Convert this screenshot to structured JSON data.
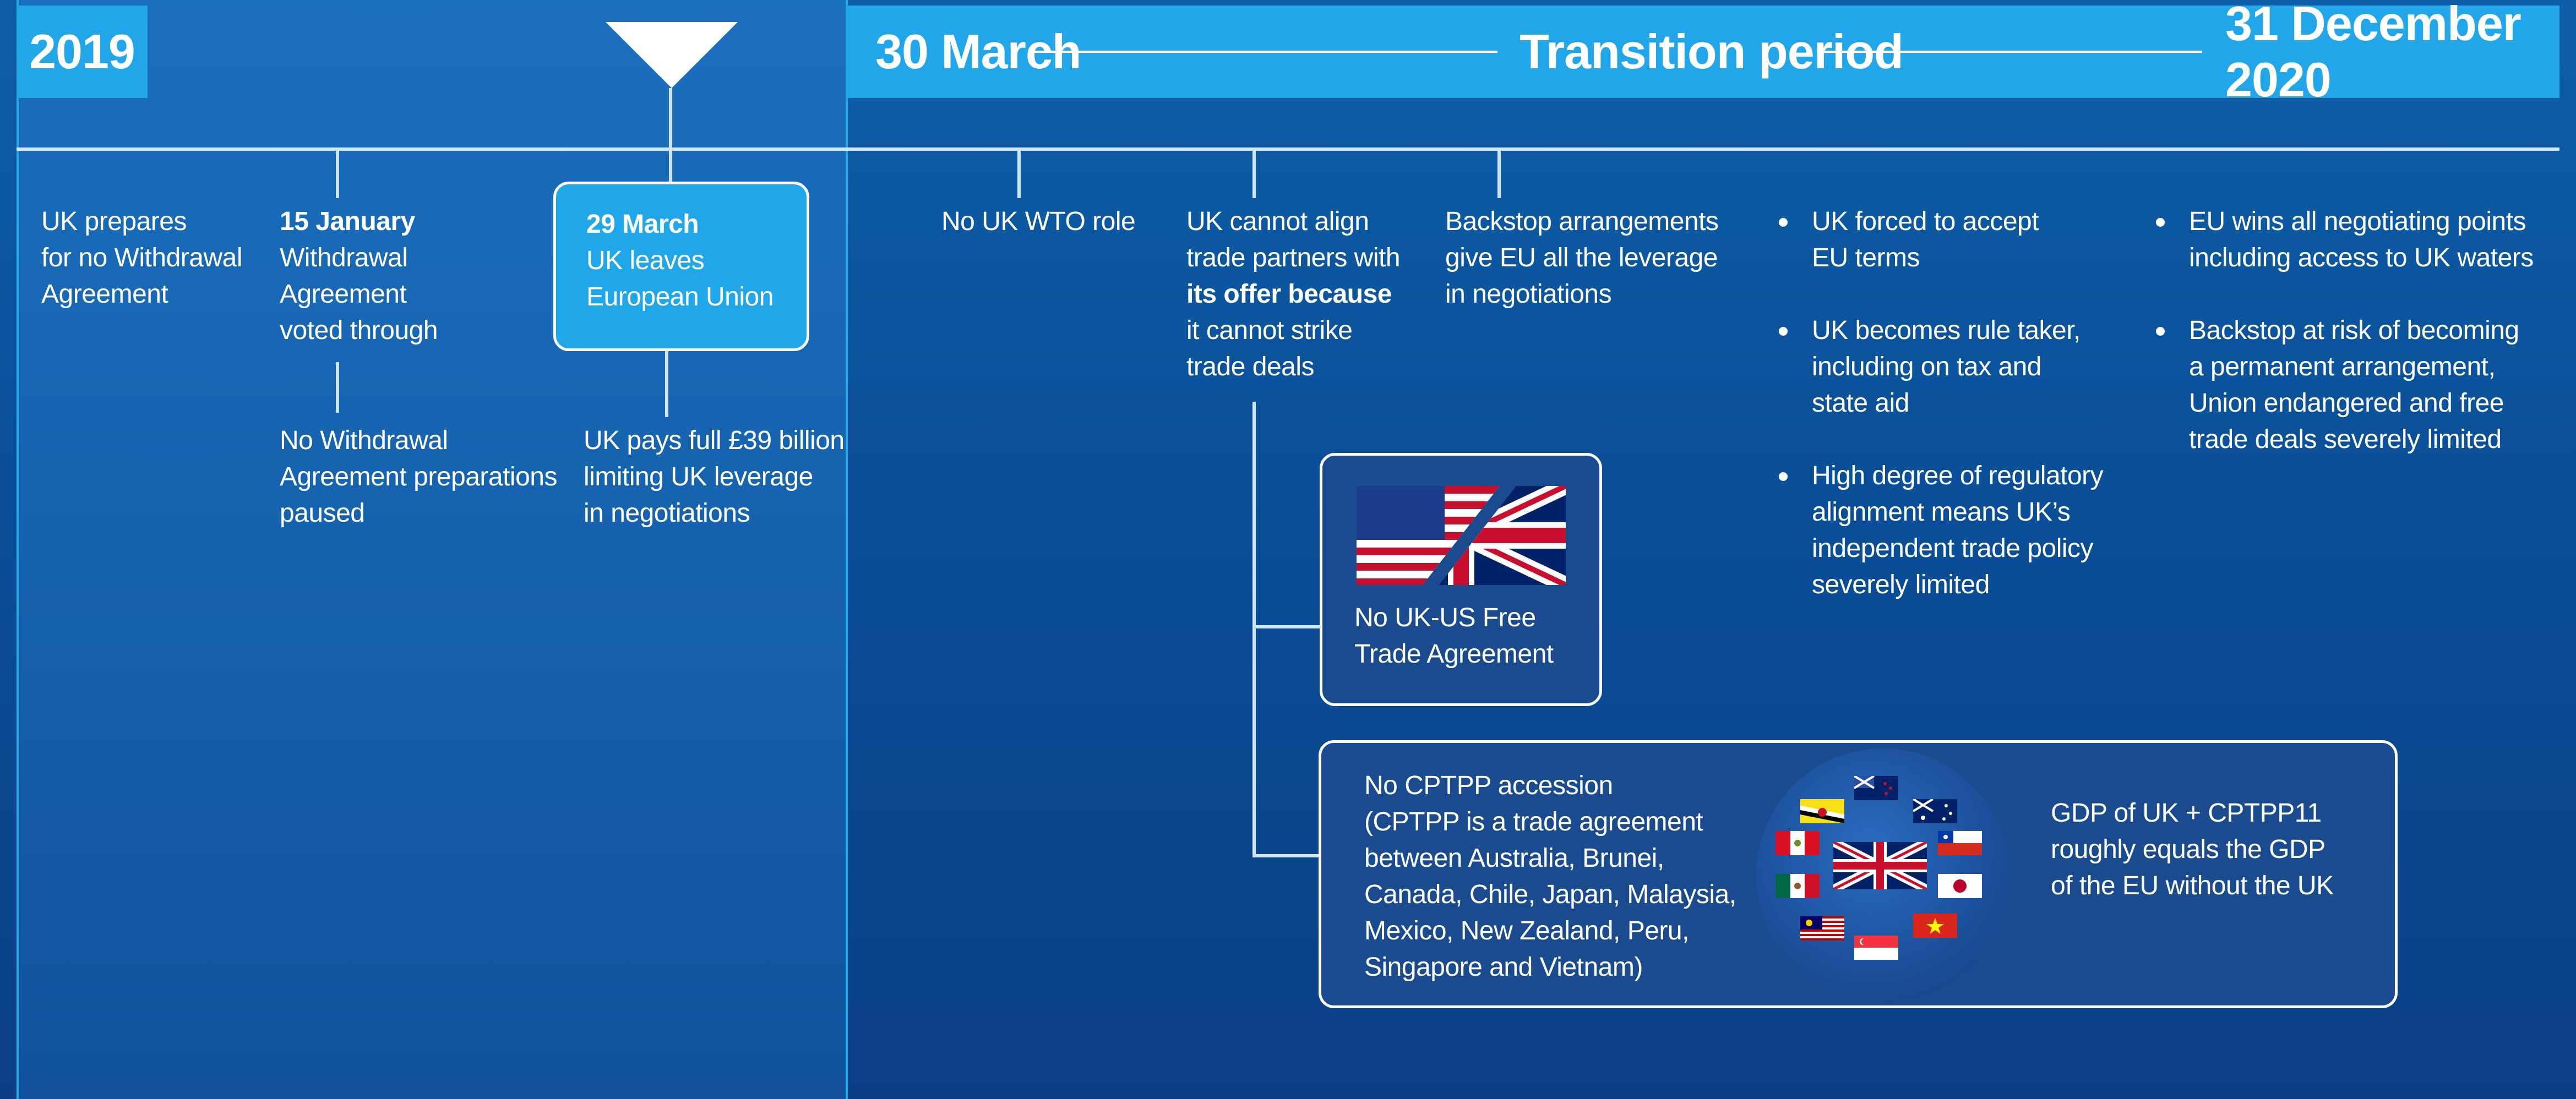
{
  "header": {
    "year": "2019",
    "start": "30 March",
    "period": "Transition period",
    "end": "31  December 2020"
  },
  "left": {
    "col1": [
      "UK prepares",
      "for no Withdrawal",
      "Agreement"
    ],
    "col2_date": "15 January",
    "col2": [
      "Withdrawal",
      "Agreement",
      "voted through"
    ],
    "col2_sub": [
      "No Withdrawal",
      "Agreement preparations",
      "paused"
    ],
    "col3_date": "29 March",
    "col3": [
      "UK leaves",
      "European Union"
    ],
    "col3_sub": [
      "UK pays full £39 billion",
      "limiting UK leverage",
      "in negotiations"
    ]
  },
  "right": {
    "wto": "No UK WTO role",
    "align": [
      "UK cannot align",
      "trade partners with",
      "its offer because",
      "it cannot strike",
      "trade deals"
    ],
    "backstop": [
      "Backstop arrangements",
      "give EU all the leverage",
      "in negotiations"
    ],
    "bullets_a": [
      [
        "UK forced to accept",
        "EU terms"
      ],
      [
        "UK becomes rule taker,",
        "including on tax and",
        "state aid"
      ],
      [
        "High degree of regulatory",
        "alignment means UK’s",
        "independent trade policy",
        "severely limited"
      ]
    ],
    "bullets_b": [
      [
        "EU wins all negotiating points",
        "including access to UK waters"
      ],
      [
        "Backstop at risk of becoming",
        "a permanent arrangement,",
        "Union endangered and free",
        "trade deals severely limited"
      ]
    ],
    "usuk": [
      "No UK-US Free",
      "Trade Agreement"
    ],
    "cptpp": [
      "No CPTPP accession",
      "(CPTPP is a trade agreement",
      "between Australia, Brunei,",
      "Canada, Chile, Japan, Malaysia,",
      "Mexico, New Zealand, Peru,",
      "Singapore and Vietnam)"
    ],
    "gdp": [
      "GDP of UK + CPTPP11",
      "roughly equals the GDP",
      "of the EU without the UK"
    ]
  },
  "colors": {
    "accent": "#21a6ea",
    "navy": "#1a4b8f",
    "line": "#cfe4f7"
  }
}
